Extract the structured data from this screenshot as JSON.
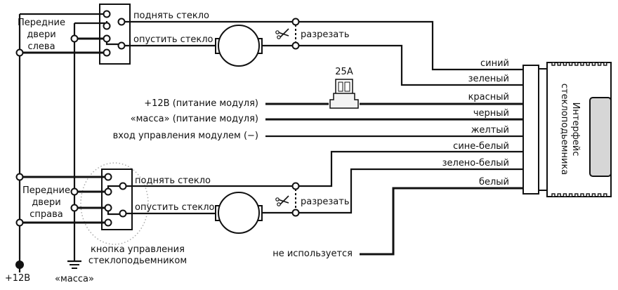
{
  "left_front_doors": {
    "label_line1": "Передние",
    "label_line2": "двери",
    "label_line3": "слева",
    "raise_label": "поднять стекло",
    "lower_label": "опустить стекло",
    "cut_label": "разрезать"
  },
  "right_front_doors": {
    "label_line1": "Передние",
    "label_line2": "двери",
    "label_line3": "справа",
    "raise_label": "поднять стекло",
    "lower_label": "опустить стекло",
    "cut_label": "разрезать"
  },
  "button_caption_line1": "кнопка управления",
  "button_caption_line2": "стеклоподьемником",
  "power_label": "+12В",
  "ground_label": "«масса»",
  "fuse_label": "25A",
  "inputs": {
    "plus12": "+12В (питание модуля)",
    "ground": "«масса» (питание модуля)",
    "control": "вход управления модулем (−)"
  },
  "unused_label": "не используется",
  "module_label_line1": "Интерфейс",
  "module_label_line2": "стеклоподьемника",
  "wires": [
    {
      "color_name": "синий"
    },
    {
      "color_name": "зеленый"
    },
    {
      "color_name": "красный"
    },
    {
      "color_name": "черный"
    },
    {
      "color_name": "желтый"
    },
    {
      "color_name": "сине-белый"
    },
    {
      "color_name": "зелено-белый"
    },
    {
      "color_name": "белый"
    }
  ]
}
